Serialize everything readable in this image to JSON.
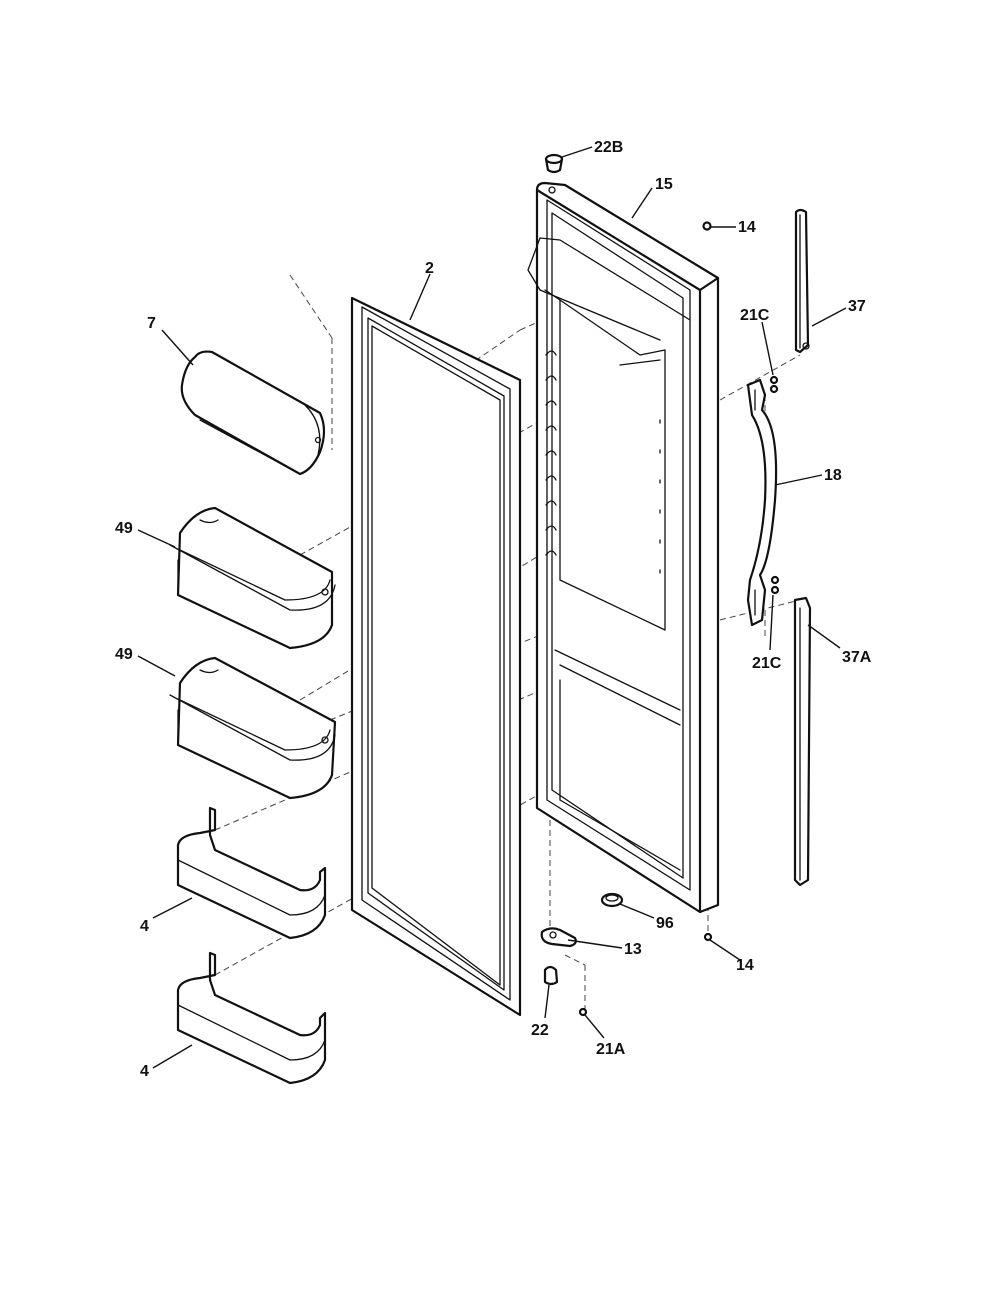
{
  "callouts": {
    "p22b": "22B",
    "p15": "15",
    "p14_top": "14",
    "p2": "2",
    "p37": "37",
    "p7": "7",
    "p21c_top": "21C",
    "p18": "18",
    "p49_upper": "49",
    "p21c_bottom": "21C",
    "p37a": "37A",
    "p49_lower": "49",
    "p96": "96",
    "p13": "13",
    "p4_upper": "4",
    "p14_bottom": "14",
    "p22": "22",
    "p21a": "21A",
    "p4_lower": "4"
  }
}
